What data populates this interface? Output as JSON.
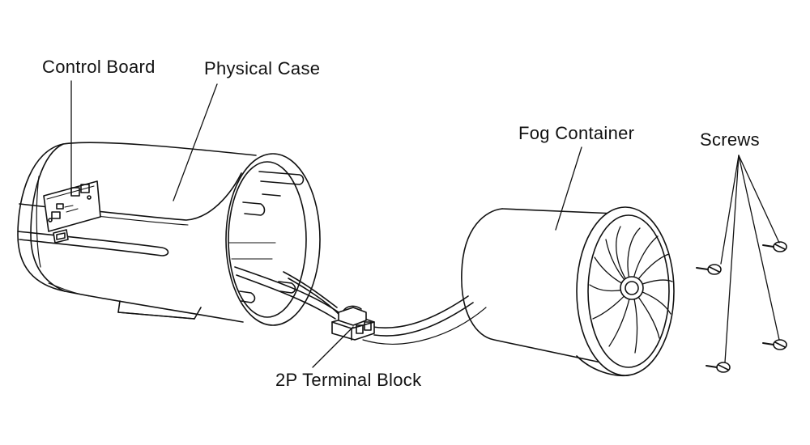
{
  "labels": {
    "control_board": "Control Board",
    "physical_case": "Physical Case",
    "fog_container": "Fog Container",
    "screws": "Screws",
    "terminal_block": "2P Terminal Block"
  },
  "colors": {
    "line": "#111111",
    "background": "#ffffff",
    "shade": "#e6e6e6"
  }
}
